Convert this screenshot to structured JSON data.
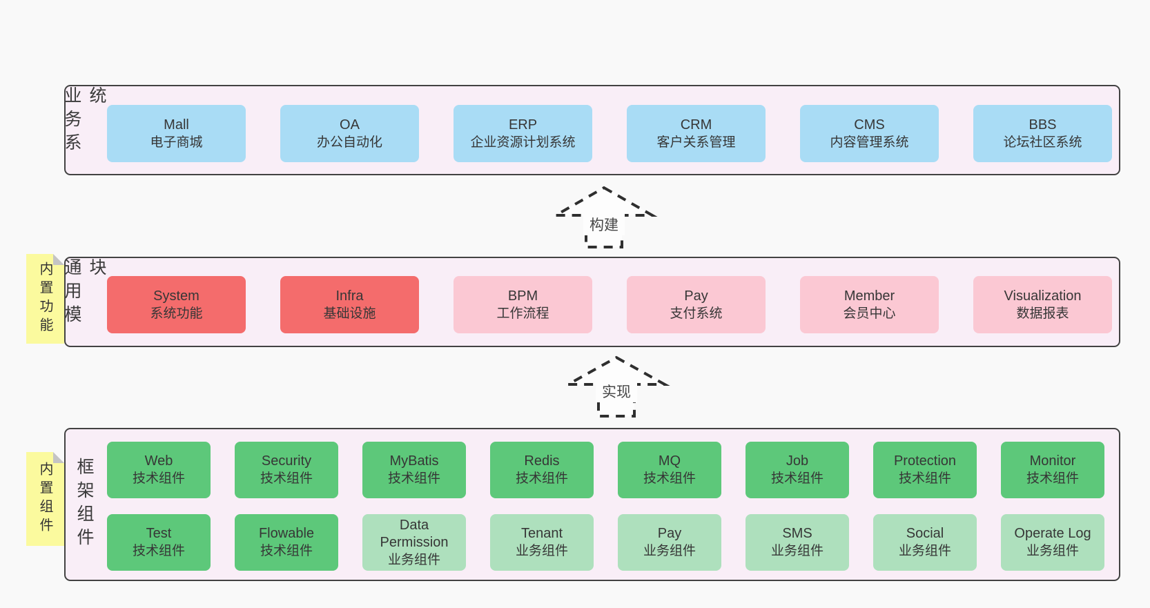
{
  "colors": {
    "page_background": "#f9f9f9",
    "container_fill": "#f9eef7",
    "container_border": "#424242",
    "blue_box": "#a9dcf5",
    "red_box": "#f46c6c",
    "pink_box": "#fbc8d3",
    "green_dark_box": "#5dc87a",
    "green_light_box": "#aee0bd",
    "sticky_note": "#fbfa9e"
  },
  "layers": {
    "business": {
      "side_label": "业务系统",
      "boxes": [
        {
          "title": "Mall",
          "subtitle": "电子商城"
        },
        {
          "title": "OA",
          "subtitle": "办公自动化"
        },
        {
          "title": "ERP",
          "subtitle": "企业资源计划系统"
        },
        {
          "title": "CRM",
          "subtitle": "客户关系管理"
        },
        {
          "title": "CMS",
          "subtitle": "内容管理系统"
        },
        {
          "title": "BBS",
          "subtitle": "论坛社区系统"
        }
      ]
    },
    "modules": {
      "side_label": "通用模块",
      "note": "内置功能",
      "boxes": [
        {
          "title": "System",
          "subtitle": "系统功能"
        },
        {
          "title": "Infra",
          "subtitle": "基础设施"
        },
        {
          "title": "BPM",
          "subtitle": "工作流程"
        },
        {
          "title": "Pay",
          "subtitle": "支付系统"
        },
        {
          "title": "Member",
          "subtitle": "会员中心"
        },
        {
          "title": "Visualization",
          "subtitle": "数据报表"
        }
      ]
    },
    "components": {
      "side_label": "框架组件",
      "note": "内置组件",
      "row1": [
        {
          "title": "Web",
          "subtitle": "技术组件"
        },
        {
          "title": "Security",
          "subtitle": "技术组件"
        },
        {
          "title": "MyBatis",
          "subtitle": "技术组件"
        },
        {
          "title": "Redis",
          "subtitle": "技术组件"
        },
        {
          "title": "MQ",
          "subtitle": "技术组件"
        },
        {
          "title": "Job",
          "subtitle": "技术组件"
        },
        {
          "title": "Protection",
          "subtitle": "技术组件"
        },
        {
          "title": "Monitor",
          "subtitle": "技术组件"
        }
      ],
      "row2": [
        {
          "title": "Test",
          "subtitle": "技术组件"
        },
        {
          "title": "Flowable",
          "subtitle": "技术组件"
        },
        {
          "title": "Data Permission",
          "subtitle": "业务组件"
        },
        {
          "title": "Tenant",
          "subtitle": "业务组件"
        },
        {
          "title": "Pay",
          "subtitle": "业务组件"
        },
        {
          "title": "SMS",
          "subtitle": "业务组件"
        },
        {
          "title": "Social",
          "subtitle": "业务组件"
        },
        {
          "title": "Operate Log",
          "subtitle": "业务组件"
        }
      ]
    }
  },
  "arrows": {
    "build": {
      "label": "构建"
    },
    "implement": {
      "label": "实现"
    }
  }
}
